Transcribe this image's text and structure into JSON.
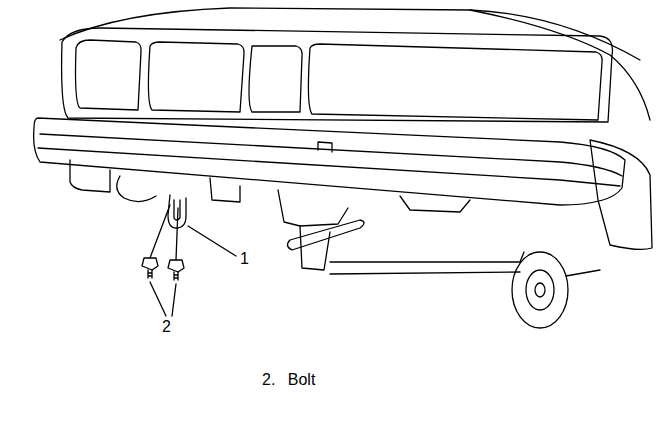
{
  "diagram": {
    "labels": [
      "1",
      "2",
      "2. Bolt"
    ]
  }
}
